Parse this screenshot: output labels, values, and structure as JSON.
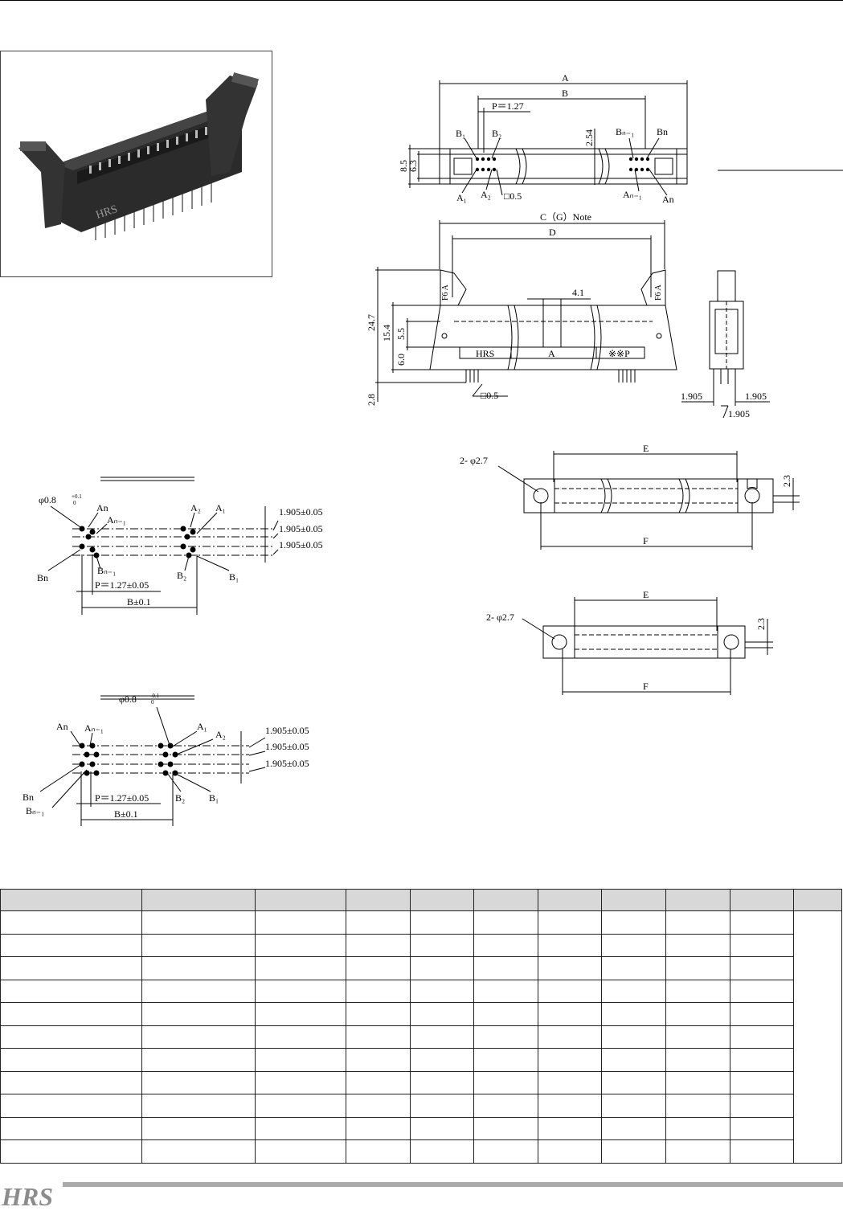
{
  "connector_photo": {
    "marking": "HRS"
  },
  "top_view": {
    "dim_a": "A",
    "dim_b": "B",
    "pitch": "P＝1.27",
    "pin_size": "□0.5",
    "height_outer": "8.5",
    "height_inner": "6.3",
    "row_pitch": "2.54",
    "pins": {
      "b1": "B₁",
      "b2": "B₂",
      "bn1": "Bₙ₋₁",
      "bn": "Bn",
      "a1": "A₁",
      "a2": "A₂",
      "an1": "Aₙ₋₁",
      "an": "An"
    }
  },
  "front_view": {
    "dim_c": "C（G）Note",
    "dim_d": "D",
    "dim_41": "4.1",
    "h_total": "24.7",
    "h_body": "15.4",
    "h_55": "5.5",
    "h_60": "6.0",
    "h_tail": "2.8",
    "body_mark_left": "HRS",
    "body_mark_mid": "A",
    "body_mark_right": "※※P",
    "latch_mark": "F6 A",
    "pin_size": "□0.5"
  },
  "side_view": {
    "pitch_left": "1.905",
    "pitch_right": "1.905",
    "pitch_bottom": "1.905"
  },
  "pcb_layout_1": {
    "hole": "φ0.8",
    "hole_tol_plus": "+0.1",
    "hole_tol_minus": "0",
    "an": "An",
    "an1": "Aₙ₋₁",
    "a2": "A₂",
    "a1": "A₁",
    "bn": "Bn",
    "bn1": "Bₙ₋₁",
    "b2": "B₂",
    "b1": "B₁",
    "row1": "1.905±0.05",
    "row2": "1.905±0.05",
    "row3": "1.905±0.05",
    "pitch": "P＝1.27±0.05",
    "span": "B±0.1"
  },
  "pcb_layout_2": {
    "hole": "φ0.8",
    "hole_tol_plus": "-0.1",
    "hole_tol_minus": "0",
    "an": "An",
    "an1": "Aₙ₋₁",
    "a1": "A₁",
    "a2": "A₂",
    "bn": "Bn",
    "bn1": "Bₙ₋₁",
    "b2": "B₂",
    "b1": "B₁",
    "row1": "1.905±0.05",
    "row2": "1.905±0.05",
    "row3": "1.905±0.05",
    "pitch": "P＝1.27±0.05",
    "span": "B±0.1"
  },
  "bottom_view_1": {
    "mount_hole": "2- φ2.7",
    "dim_e": "E",
    "dim_f": "F",
    "offset": "2.3"
  },
  "bottom_view_2": {
    "mount_hole": "2- φ2.7",
    "dim_e": "E",
    "dim_f": "F",
    "offset": "2.3"
  },
  "footer": {
    "logo": "HRS"
  },
  "colors": {
    "line": "#000000",
    "table_header": "#d8d8d8",
    "footer_bar": "#aaaaaa"
  }
}
